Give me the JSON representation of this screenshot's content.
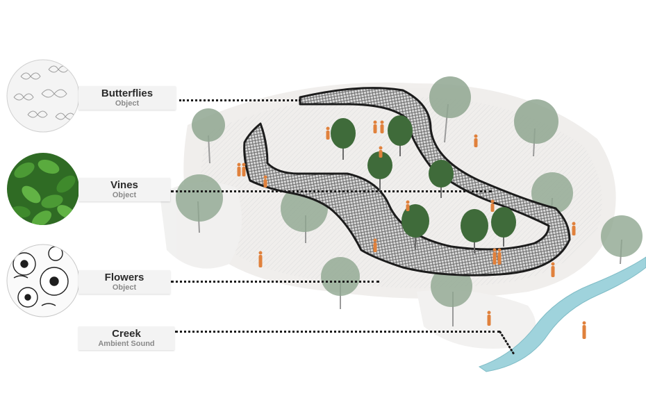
{
  "labels": [
    {
      "key": "butterflies",
      "title": "Butterflies",
      "subtitle": "Object",
      "icon": "butterflies-icon"
    },
    {
      "key": "vines",
      "title": "Vines",
      "subtitle": "Object",
      "icon": "vines-icon"
    },
    {
      "key": "flowers",
      "title": "Flowers",
      "subtitle": "Object",
      "icon": "flowers-icon"
    },
    {
      "key": "creek",
      "title": "Creek",
      "subtitle": "Ambient Sound",
      "icon": null
    }
  ],
  "colors": {
    "tree_canopy": "#8fa690",
    "tree_trunk": "#9a9a9a",
    "dark_tree": "#3f6b3a",
    "people": "#e0813c",
    "creek": "#9fd3dc",
    "pathway_outline": "#1c1c1c",
    "label_bg": "#f3f3f3"
  }
}
